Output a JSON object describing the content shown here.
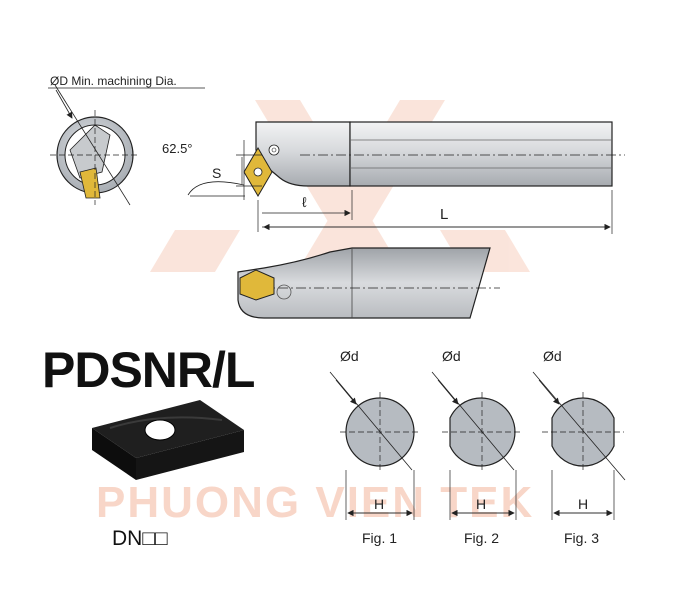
{
  "product": {
    "model": "PDSNR/L",
    "insert_code": "DN□□"
  },
  "labels": {
    "min_dia": "ØD Min. machining Dia.",
    "angle": "62.5°",
    "s": "S",
    "l_small": "ℓ",
    "l_total": "L",
    "d": "Ød",
    "h": "H"
  },
  "figures": [
    {
      "caption": "Fig. 1",
      "d_label": "Ød",
      "h_label": "H"
    },
    {
      "caption": "Fig. 2",
      "d_label": "Ød",
      "h_label": "H"
    },
    {
      "caption": "Fig. 3",
      "d_label": "Ød",
      "h_label": "H"
    }
  ],
  "watermark": "PHUONG VIEN TEK",
  "colors": {
    "line": "#222222",
    "steel_light": "#e7e8ea",
    "steel_mid": "#c8cbcf",
    "steel_dark": "#8e9298",
    "insert_gold": "#e0b83a",
    "watermark": "#f3b59a"
  }
}
